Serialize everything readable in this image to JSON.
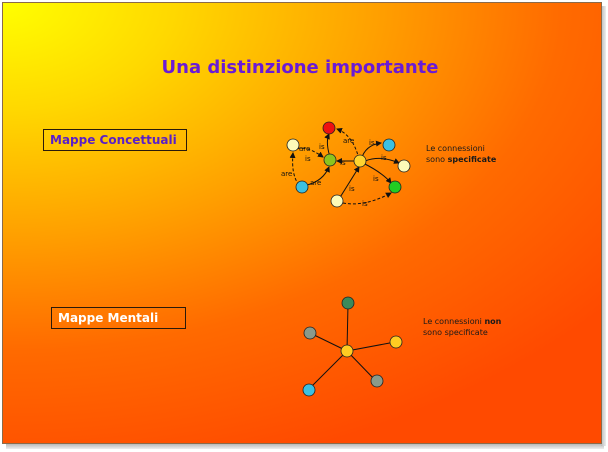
{
  "title": "Una distinzione importante",
  "concept_map": {
    "label": "Mappe Concettuali",
    "note_line1": "Le connessioni",
    "note_line2_prefix": "sono ",
    "note_line2_bold": "specificate",
    "link_labels": [
      "is",
      "are",
      "is",
      "is",
      "is",
      "are",
      "is",
      "is",
      "are",
      "are",
      "is"
    ],
    "node_colors": {
      "red": "#ee1111",
      "cream": "#fdfbb8",
      "olive": "#8cc41e",
      "yellow": "#ffd430",
      "cyan": "#3cc0e0",
      "green": "#22cc22"
    }
  },
  "mental_map": {
    "label": "Mappe Mentali",
    "note_line1_prefix": "Le connessioni ",
    "note_line1_bold": "non",
    "note_line2": "sono specificate",
    "node_colors": {
      "center": "#ffcc22",
      "top": "#3a8a5a",
      "left": "#8a9a8a",
      "right": "#ffcc22",
      "bottom_right": "#8a9a8a",
      "bottom_left": "#3cc0e0"
    }
  }
}
